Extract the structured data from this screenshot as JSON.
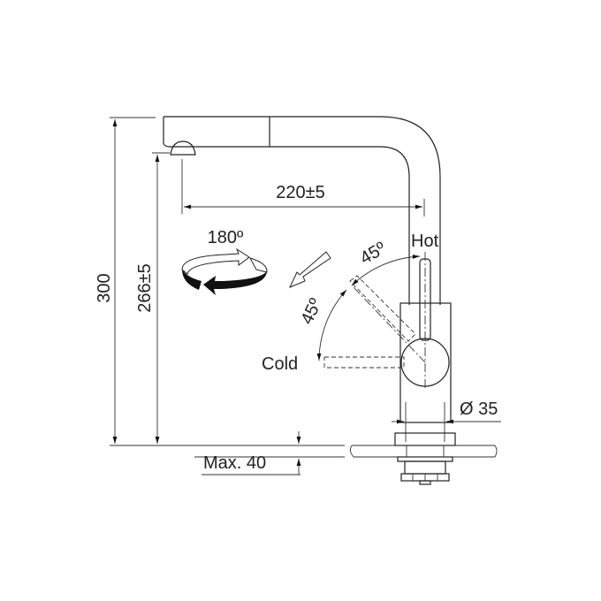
{
  "drawing": {
    "height_total": "300",
    "height_spout": "266±5",
    "reach": "220±5",
    "rotation": "180º",
    "lever_hot": "Hot",
    "lever_cold": "Cold",
    "angle_hot": "45º",
    "angle_cold": "45º",
    "diameter": "Ø 35",
    "max_thickness": "Max. 40"
  }
}
